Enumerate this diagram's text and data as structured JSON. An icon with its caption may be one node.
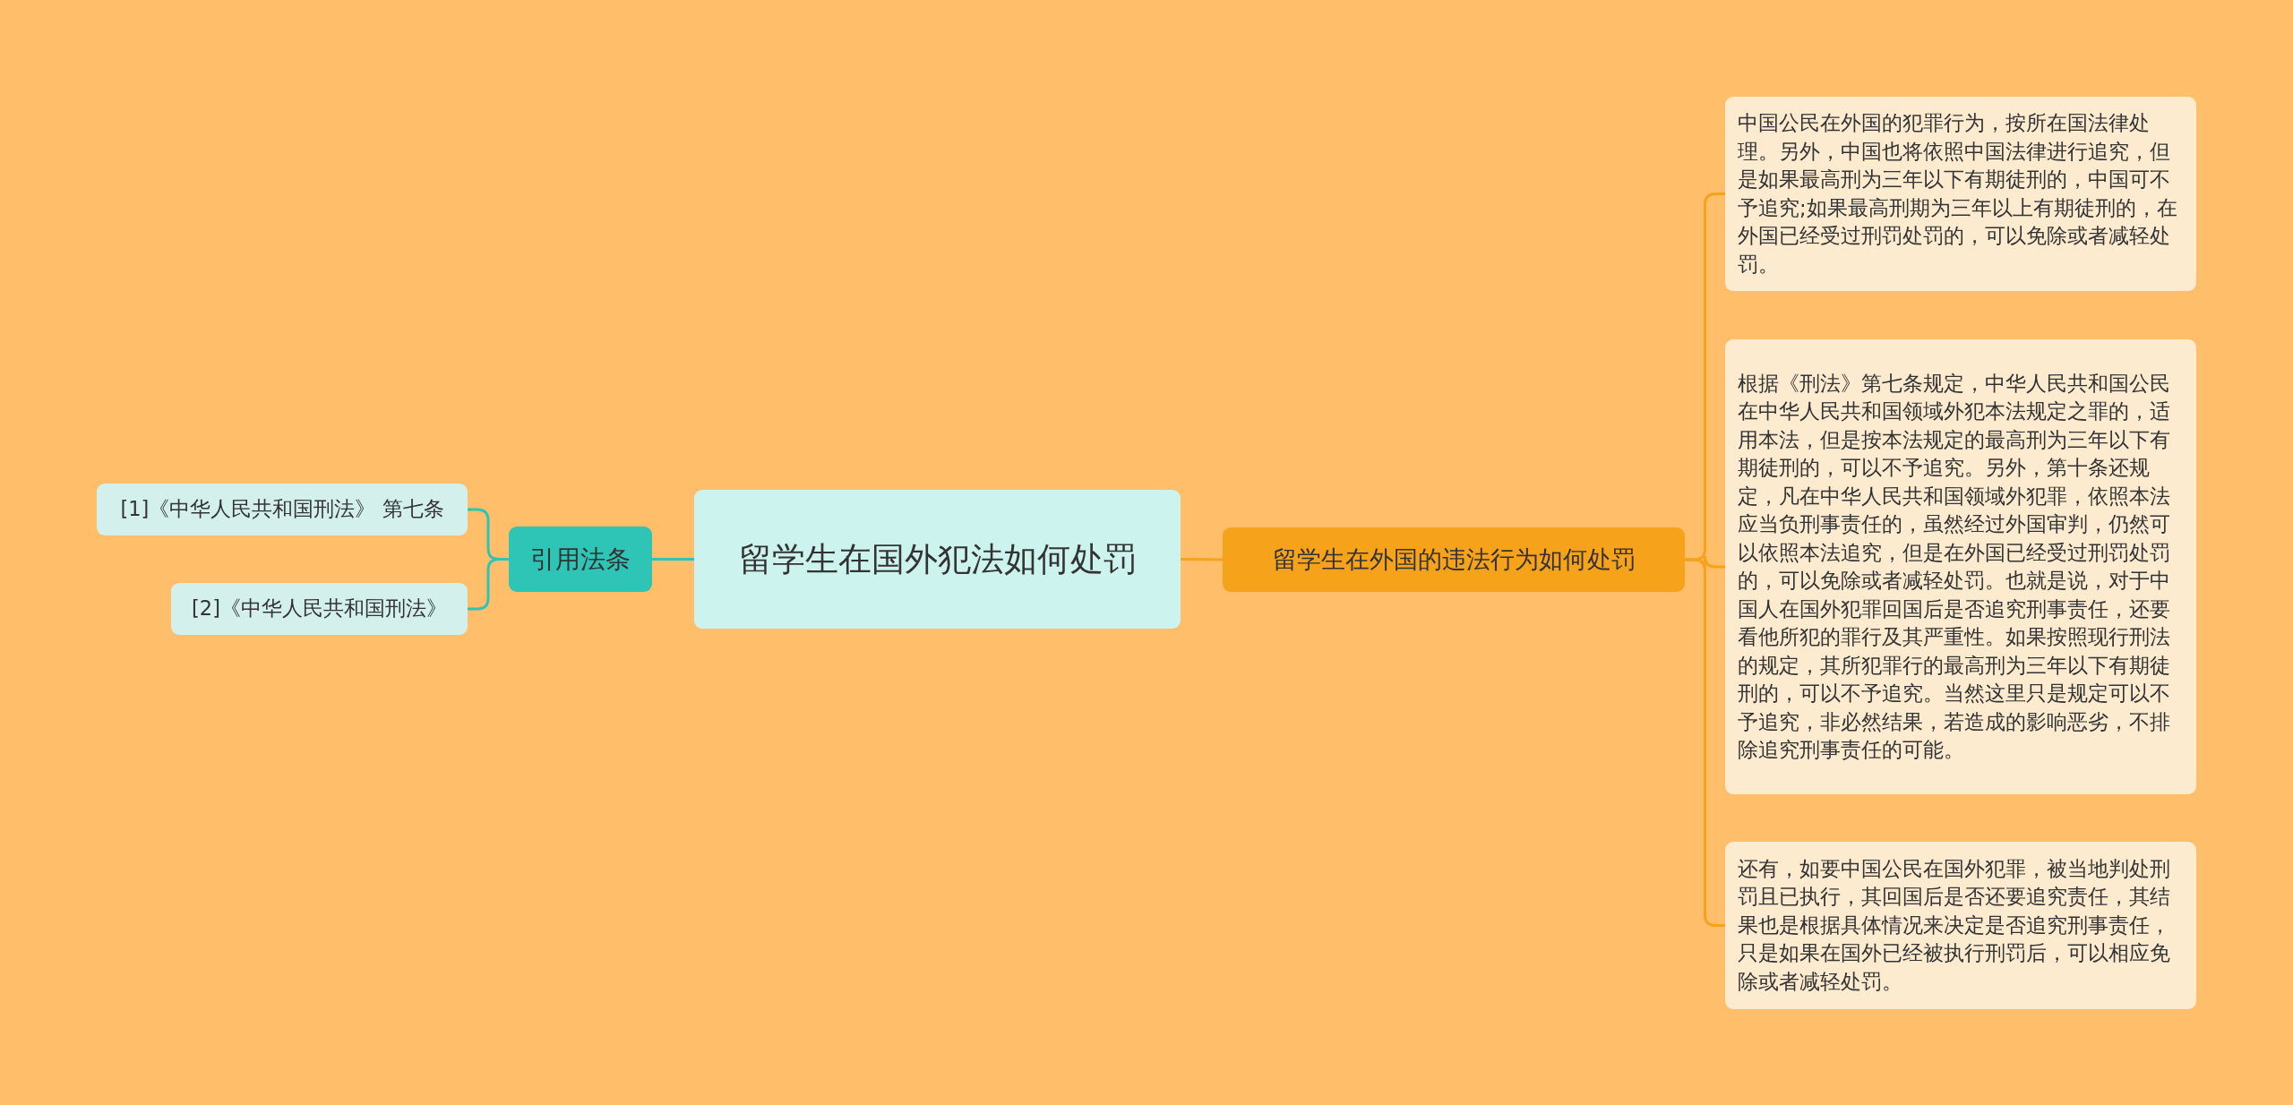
{
  "diagram": {
    "nodes": [
      {
        "text": [
          "留学生在国外犯法如何处罚"
        ]
      },
      {
        "text": [
          "引用法条"
        ]
      },
      {
        "text": [
          "[1]《中华人民共和国刑法》 第七条"
        ]
      },
      {
        "text": [
          "[2]《中华人民共和国刑法》"
        ]
      },
      {
        "text": [
          "留学生在外国的违法行为如何处罚"
        ]
      },
      {
        "text": [
          "中国公民在外国的犯罪行为，按所在国法律处理。另外，中国也将依照中国法律进行追究，但是如果最高刑为三年以下有期徒刑的，中国可不予追究;如果最高刑期为三年以上有期徒刑的，在外国已经受过刑罚处罚的，可以免除或者减轻处罚。"
        ]
      },
      {
        "text": [
          "根据《刑法》第七条规定，中华人民共和国公民在中华人民共和国领域外犯本法规定之罪的，适用本法，但是按本法规定的最高刑为三年以下有期徒刑的，可以不予追究。另外，第十条还规定，凡在中华人民共和国领域外犯罪，依照本法应当负刑事责任的，虽然经过外国审判，仍然可以依照本法追究，但是在外国已经受过刑罚处罚的，可以免除或者减轻处罚。也就是说，对于中国人在国外犯罪回国后是否追究刑事责任，还要看他所犯的罪行及其严重性。如果按照现行刑法的规定，其所犯罪行的最高刑为三年以下有期徒刑的，可以不予追究。当然这里只是规定可以不予追究，非必然结果，若造成的影响恶劣，不排除追究刑事责任的可能。"
        ]
      },
      {
        "text": [
          "还有，如要中国公民在国外犯罪，被当地判处刑罚且已执行，其回国后是否还要追究责任，其结果也是根据具体情况来决定是否追究刑事责任，只是如果在国外已经被执行刑罚后，可以相应免除或者减轻处罚。"
        ]
      }
    ],
    "edges": [
      {
        "from": 0,
        "to": 1,
        "arrow": "none",
        "color": "#2ec4b6"
      },
      {
        "from": 1,
        "to": 2,
        "arrow": "none",
        "color": "#2ec4b6"
      },
      {
        "from": 1,
        "to": 3,
        "arrow": "none",
        "color": "#2ec4b6"
      },
      {
        "from": 0,
        "to": 4,
        "arrow": "none"
      },
      {
        "from": 4,
        "to": 5,
        "arrow": "none"
      },
      {
        "from": 4,
        "to": 6,
        "arrow": "none"
      },
      {
        "from": 4,
        "to": 7,
        "arrow": "none"
      }
    ]
  }
}
